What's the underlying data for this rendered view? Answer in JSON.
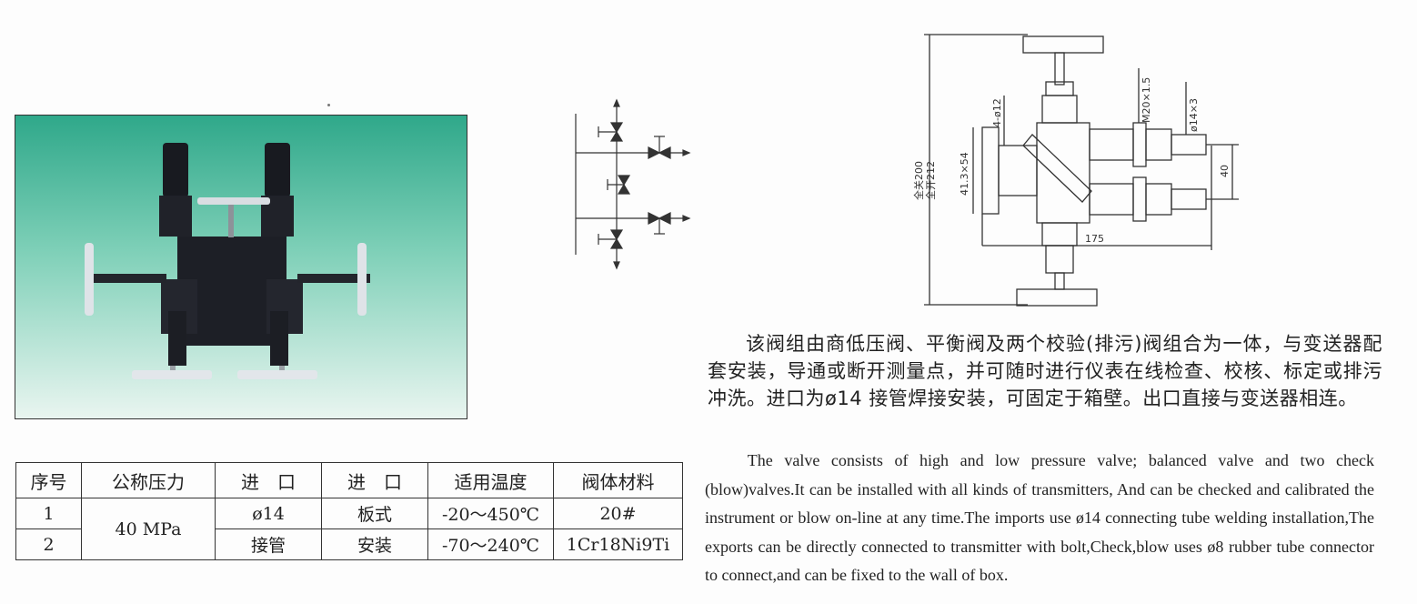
{
  "photo": {
    "alt": "manifold valve photo"
  },
  "table": {
    "headers": [
      "序号",
      "公称压力",
      "进　口",
      "进　口",
      "适用温度",
      "阀体材料"
    ],
    "rows": [
      {
        "no": "1",
        "pressure": "40 MPa",
        "inlet1": "ø14",
        "inlet2": "板式",
        "temp": "-20～450℃",
        "material": "20#"
      },
      {
        "no": "2",
        "inlet1": "接管",
        "inlet2": "安装",
        "temp": "-70～240℃",
        "material": "1Cr18Ni9Ti"
      }
    ]
  },
  "description": {
    "cn": "该阀组由商低压阀、平衡阀及两个校验(排污)阀组合为一体，与变送器配套安装，导通或断开测量点，并可随时进行仪表在线检查、校核、标定或排污冲洗。进口为ø14 接管焊接安装，可固定于箱壁。出口直接与变送器相连。",
    "en": "The valve consists of high and low pressure valve; balanced valve and two check (blow)valves.It can be installed with all kinds of transmitters, And can be checked and calibrated the instrument or blow on-line at any time.The imports use ø14 connecting tube welding installation,The exports can be directly connected to transmitter with bolt,Check,blow uses ø8 rubber tube connector to connect,and can be fixed to the wall of box."
  },
  "drawing": {
    "dim_closed": "全关200",
    "dim_open": "全开212",
    "dim_holes": "4-ø12",
    "dim_flange": "41.3×54",
    "dim_thread": "M20×1.5",
    "dim_tube": "ø14×3",
    "dim_spacing": "40",
    "dim_width": "175"
  }
}
